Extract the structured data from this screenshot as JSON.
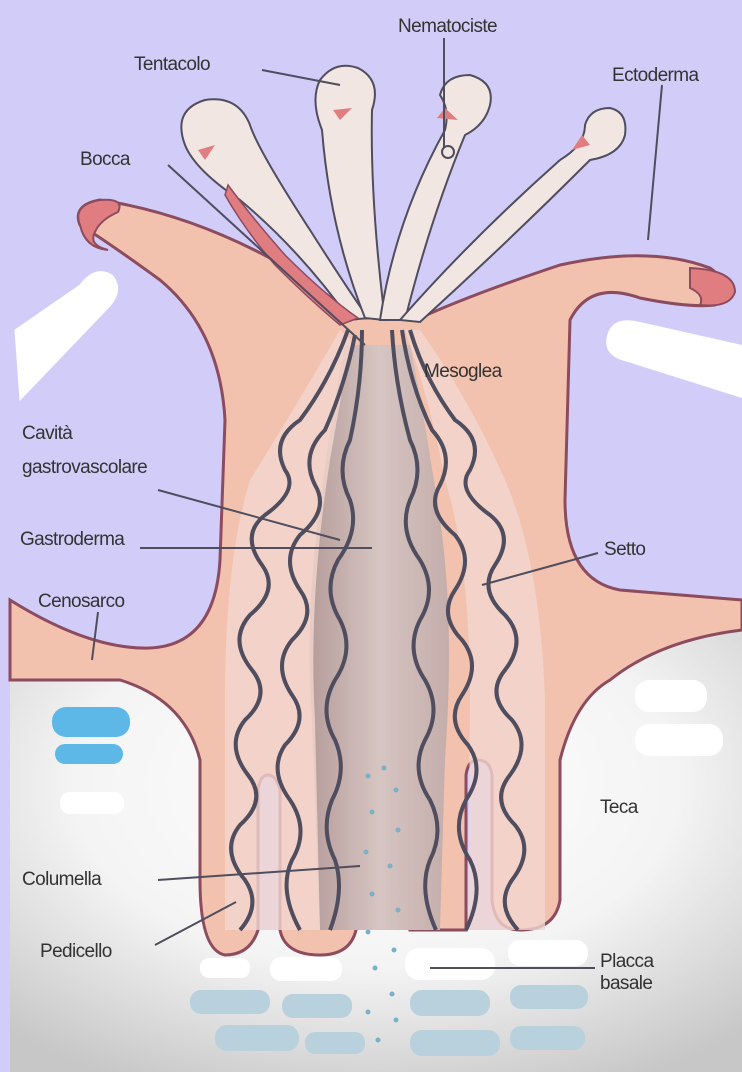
{
  "labels": {
    "tentacolo": "Tentacolo",
    "nematociste": "Nematociste",
    "ectoderma": "Ectoderma",
    "bocca": "Bocca",
    "mesoglea": "Mesoglea",
    "cavita_line1": "Cavità",
    "cavita_line2": "gastrovascolare",
    "gastroderma": "Gastroderma",
    "setto": "Setto",
    "cenosarco": "Cenosarco",
    "teca": "Teca",
    "columella": "Columella",
    "pedicello": "Pedicello",
    "placca_line1": "Placca",
    "placca_line2": "basale"
  },
  "colors": {
    "background": "#d2cdf8",
    "tissue": "#f2c2ae",
    "tissue_outline": "#8c4b5e",
    "tentacle": "#f1e6e2",
    "ectoderm_red": "#e07d80",
    "skeleton": "#f5f5f5",
    "septum_line": "#4f4d5e",
    "blue_rock": "#5db8e8",
    "grey_rock": "#b9d1dd"
  }
}
